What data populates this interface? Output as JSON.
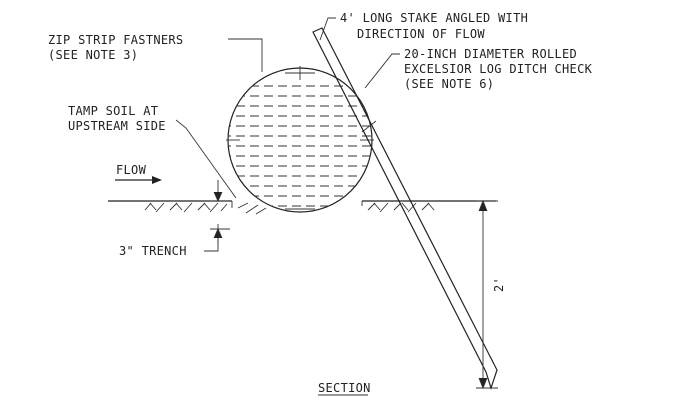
{
  "labels": {
    "stake": [
      "4' LONG STAKE ANGLED WITH",
      "DIRECTION OF FLOW"
    ],
    "fasteners": [
      "ZIP STRIP FASTNERS",
      "(SEE NOTE 3)"
    ],
    "log": [
      "20-INCH DIAMETER ROLLED",
      "EXCELSIOR LOG DITCH CHECK",
      "(SEE NOTE 6)"
    ],
    "tamp": [
      "TAMP SOIL AT",
      "UPSTREAM SIDE"
    ],
    "flow": "FLOW",
    "trench": "3\" TRENCH",
    "depth": "2'",
    "section": "SECTION"
  }
}
